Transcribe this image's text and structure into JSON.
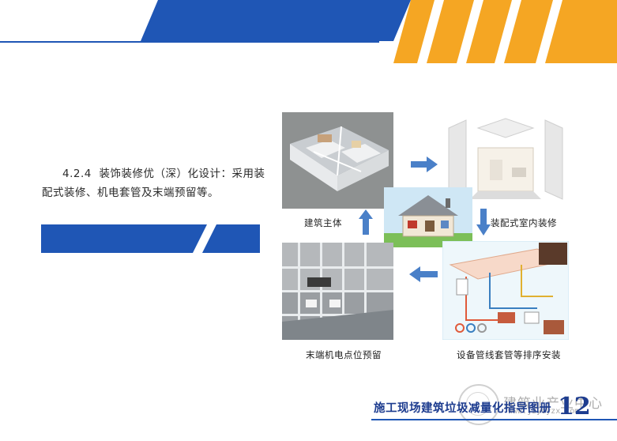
{
  "section": {
    "number": "4.2.4",
    "text_line1": "装饰装修优（深）化设计：采用装",
    "text_line2": "配式装修、机电套管及末端预留等。"
  },
  "figure": {
    "captions": {
      "building": "建筑主体",
      "prefab_interior": "装配式室内装修",
      "terminal": "末端机电点位预留",
      "piping": "设备管线套管等排序安装"
    }
  },
  "footer": {
    "title": "施工现场建筑垃圾减量化指导图册",
    "page_number": "12"
  },
  "watermark": {
    "org": "建筑业产业中心",
    "url": "www.jzyoyzx.com"
  },
  "colors": {
    "brand_blue": "#1f56b5",
    "accent_orange": "#f5a623",
    "arrow_blue": "#4a80c8"
  }
}
